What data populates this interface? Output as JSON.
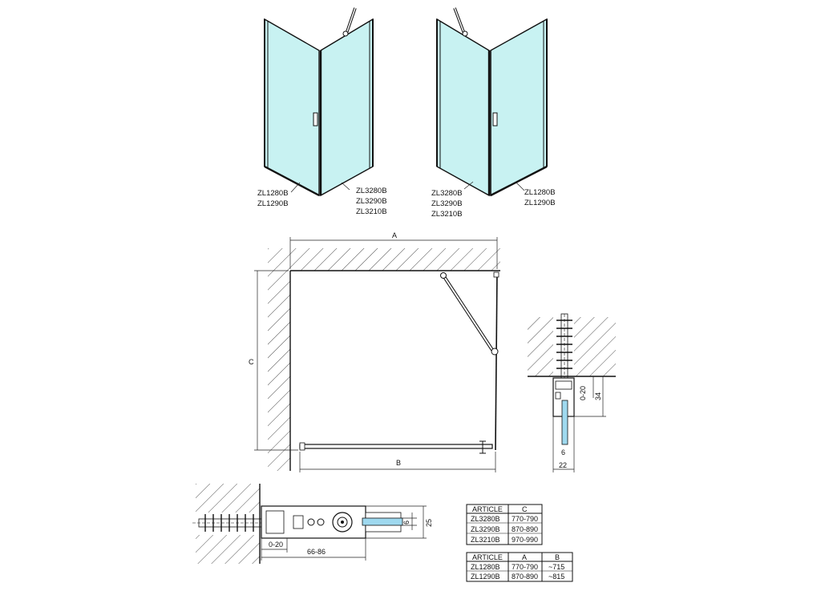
{
  "views": {
    "left_labels": {
      "panel_codes": [
        "ZL1280B",
        "ZL1290B"
      ],
      "wall_codes": [
        "ZL3280B",
        "ZL3290B",
        "ZL3210B"
      ]
    },
    "right_labels": {
      "wall_codes": [
        "ZL3280B",
        "ZL3290B",
        "ZL3210B"
      ],
      "panel_codes": [
        "ZL1280B",
        "ZL1290B"
      ]
    }
  },
  "plan": {
    "dim_a": "A",
    "dim_b": "B",
    "dim_c": "C"
  },
  "details": {
    "vertical": {
      "adjust": "0-20",
      "depth": "34",
      "glass": "6",
      "width": "22"
    },
    "horizontal": {
      "adjust": "0-20",
      "range": "66-86",
      "glass": "6",
      "height": "25"
    }
  },
  "colors": {
    "glass": "#c8f2f2",
    "glass_edge": "#6fc9cf",
    "glass_blue": "#9fd9ef"
  },
  "table_c": {
    "headers": [
      "ARTICLE",
      "C"
    ],
    "rows": [
      [
        "ZL3280B",
        "770-790"
      ],
      [
        "ZL3290B",
        "870-890"
      ],
      [
        "ZL3210B",
        "970-990"
      ]
    ]
  },
  "table_ab": {
    "headers": [
      "ARTICLE",
      "A",
      "B"
    ],
    "rows": [
      [
        "ZL1280B",
        "770-790",
        "~715"
      ],
      [
        "ZL1290B",
        "870-890",
        "~815"
      ]
    ]
  }
}
